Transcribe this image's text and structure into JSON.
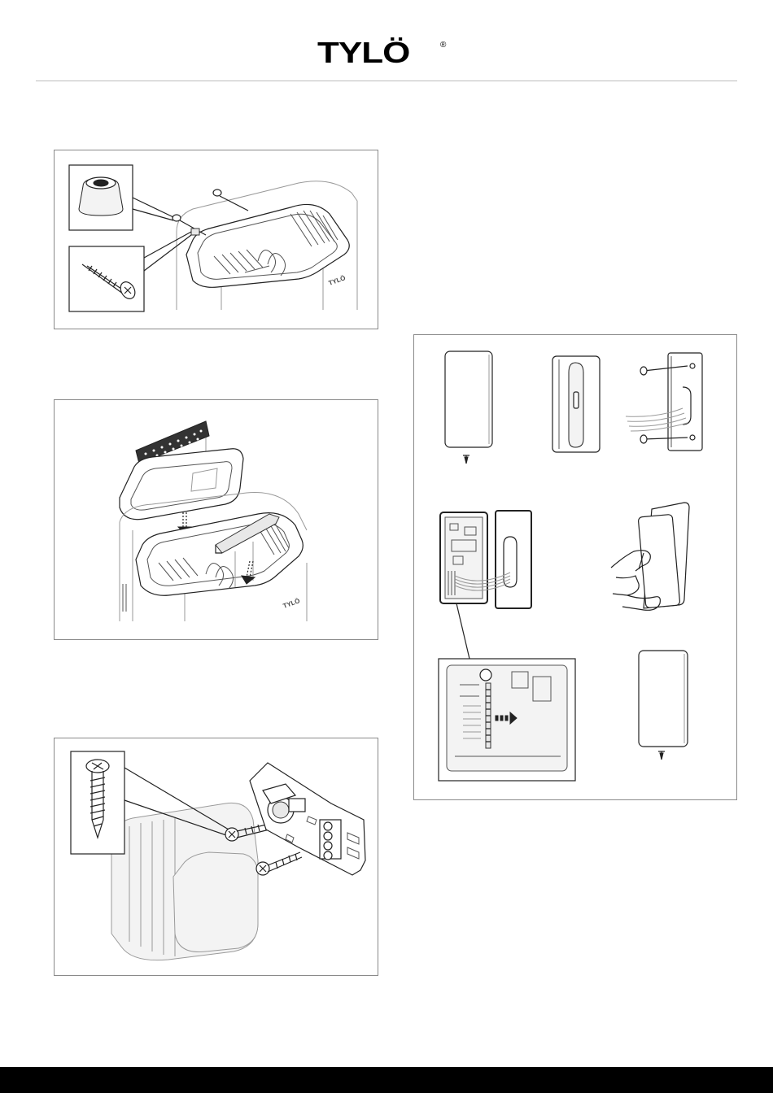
{
  "header": {
    "brand": "TYLÖ",
    "registered_mark": "®"
  },
  "figures": {
    "fig1": {
      "brand_mark": "TYLÖ"
    },
    "fig2": {
      "brand_mark": "TYLÖ"
    },
    "fig3": {},
    "fig4": {}
  },
  "colors": {
    "line": "#222222",
    "frame": "#8a8a8a",
    "footer_bar": "#000000"
  }
}
